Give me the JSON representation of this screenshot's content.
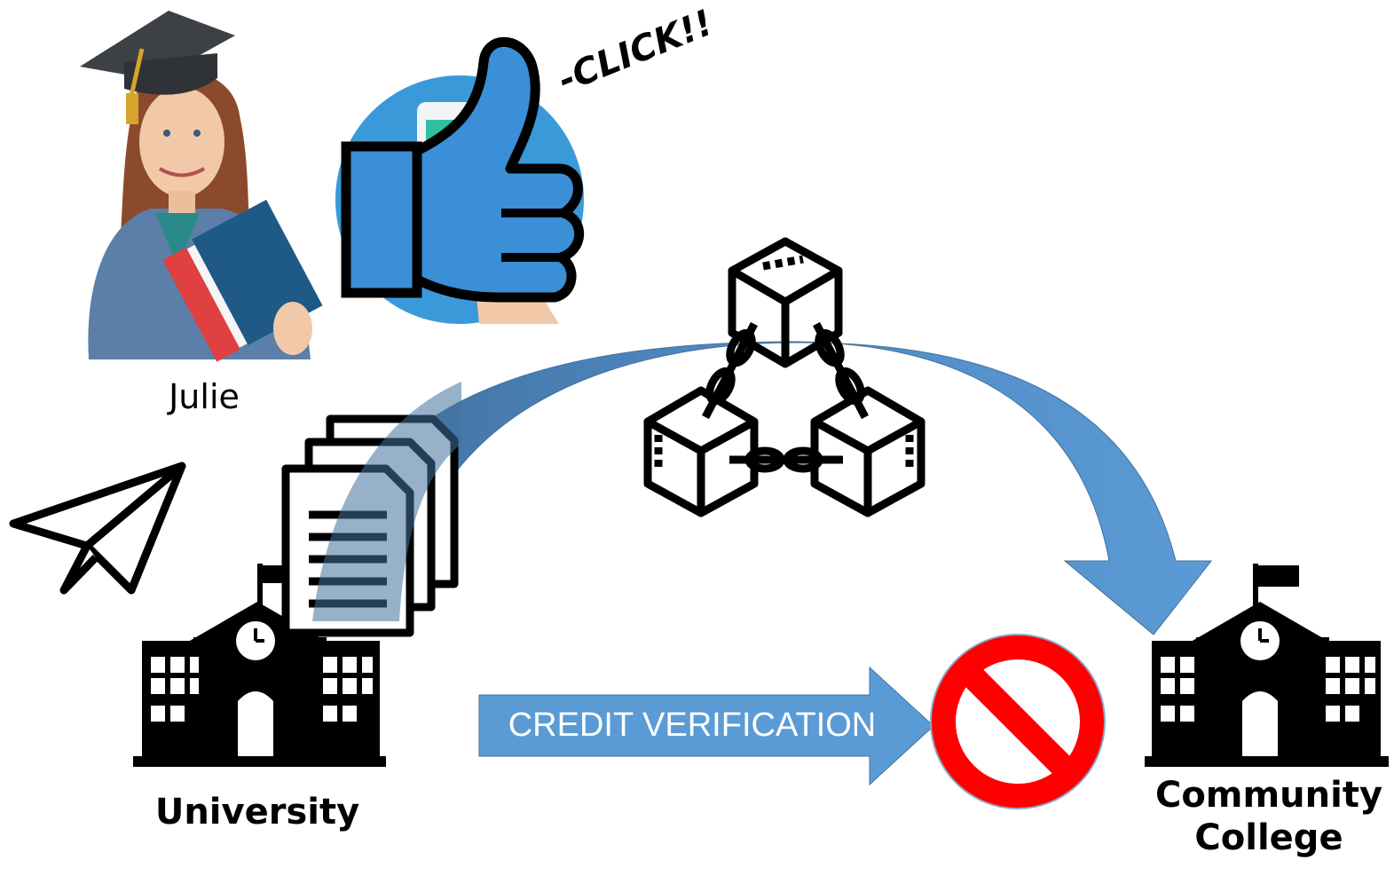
{
  "labels": {
    "julie": "Julie",
    "click": "-CLICK!!",
    "credit_verification": "CREDIT VERIFICATION",
    "university": "University",
    "community_college": "Community College"
  },
  "icons": {
    "student": "student-graduate-photo",
    "thumbs_up": "thumbs-up-phone-icon",
    "blockchain": "blockchain-network-icon",
    "documents": "document-stack-icon",
    "paper_plane": "paper-plane-icon",
    "university_building": "school-building-icon",
    "college_building": "school-building-icon",
    "blocked": "no-entry-icon"
  },
  "colors": {
    "arc_arrow": "#5b9bd5",
    "arc_arrow_dark": "#41719c",
    "credit_arrow": "#5b9bd5",
    "no_entry": "#ff0000",
    "phone_circle": "#3a9ad9",
    "phone_screen": "#2dbfa0"
  }
}
